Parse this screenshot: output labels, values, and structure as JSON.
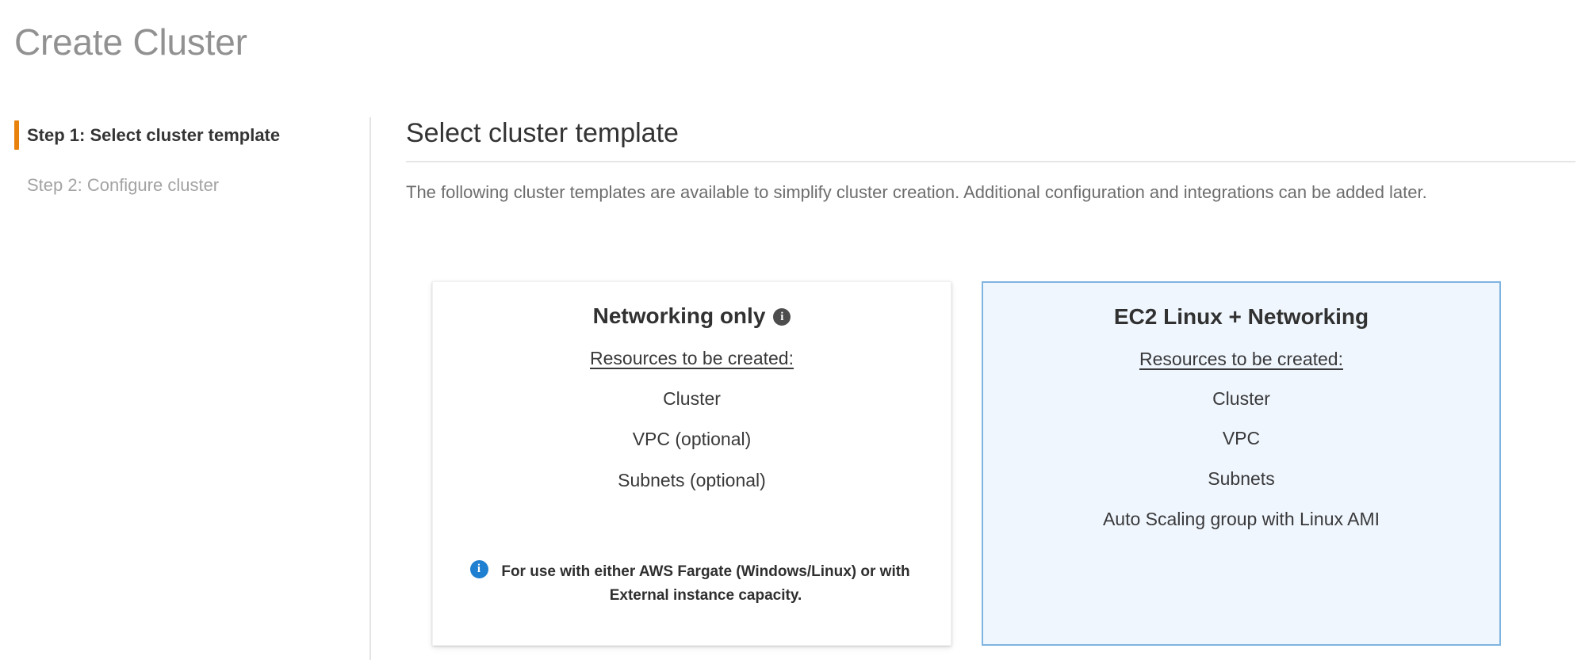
{
  "page": {
    "title": "Create Cluster"
  },
  "wizard": {
    "steps": [
      {
        "label": "Step 1: Select cluster template",
        "state": "active"
      },
      {
        "label": "Step 2: Configure cluster",
        "state": "inactive"
      }
    ],
    "accent_color": "#e8820c"
  },
  "main": {
    "heading": "Select cluster template",
    "description": "The following cluster templates are available to simplify cluster creation. Additional configuration and integrations can be added later."
  },
  "templates": [
    {
      "title": "Networking only",
      "has_title_info_icon": true,
      "selected": false,
      "resources_label": "Resources to be created:",
      "resources": [
        "Cluster",
        "VPC (optional)",
        "Subnets (optional)"
      ],
      "footnote": "For use with either AWS Fargate (Windows/Linux) or with External instance capacity.",
      "footnote_icon": "info-icon",
      "footnote_icon_color": "#1f7fd0"
    },
    {
      "title": "EC2 Linux + Networking",
      "has_title_info_icon": false,
      "selected": true,
      "resources_label": "Resources to be created:",
      "resources": [
        "Cluster",
        "VPC",
        "Subnets",
        "Auto Scaling group with Linux AMI"
      ],
      "footnote": "",
      "selected_background": "#eff6fd",
      "selected_border": "#7fb4e0"
    }
  ],
  "icons": {
    "info_glyph": "i"
  }
}
